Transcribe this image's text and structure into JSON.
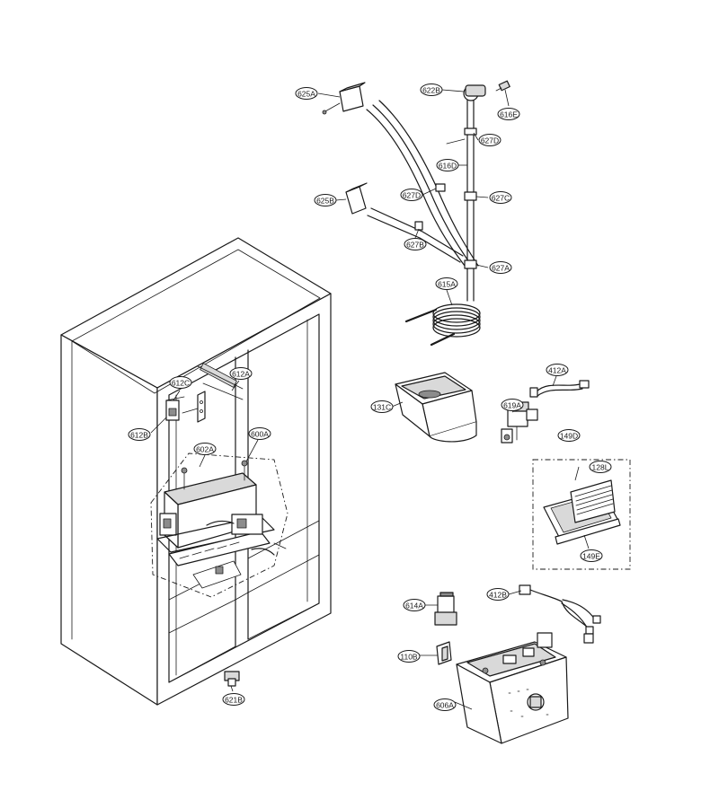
{
  "labels": [
    {
      "id": "625A",
      "text": "625A"
    },
    {
      "id": "622B",
      "text": "622B"
    },
    {
      "id": "616E",
      "text": "616E"
    },
    {
      "id": "627D_top",
      "text": "627D"
    },
    {
      "id": "616D",
      "text": "616D"
    },
    {
      "id": "625B",
      "text": "625B"
    },
    {
      "id": "627D_mid",
      "text": "627D"
    },
    {
      "id": "627C",
      "text": "627C"
    },
    {
      "id": "627B",
      "text": "627B"
    },
    {
      "id": "627A",
      "text": "627A"
    },
    {
      "id": "615A",
      "text": "615A"
    },
    {
      "id": "612A",
      "text": "612A"
    },
    {
      "id": "612C",
      "text": "612C"
    },
    {
      "id": "612B",
      "text": "612B"
    },
    {
      "id": "600A",
      "text": "600A"
    },
    {
      "id": "602A",
      "text": "602A"
    },
    {
      "id": "131C",
      "text": "131C"
    },
    {
      "id": "412A",
      "text": "412A"
    },
    {
      "id": "619A",
      "text": "619A"
    },
    {
      "id": "149D",
      "text": "149D"
    },
    {
      "id": "128L",
      "text": "128L"
    },
    {
      "id": "149E",
      "text": "149E"
    },
    {
      "id": "412B",
      "text": "412B"
    },
    {
      "id": "614A",
      "text": "614A"
    },
    {
      "id": "110B",
      "text": "110B"
    },
    {
      "id": "606A",
      "text": "606A"
    },
    {
      "id": "621B",
      "text": "621B"
    }
  ]
}
